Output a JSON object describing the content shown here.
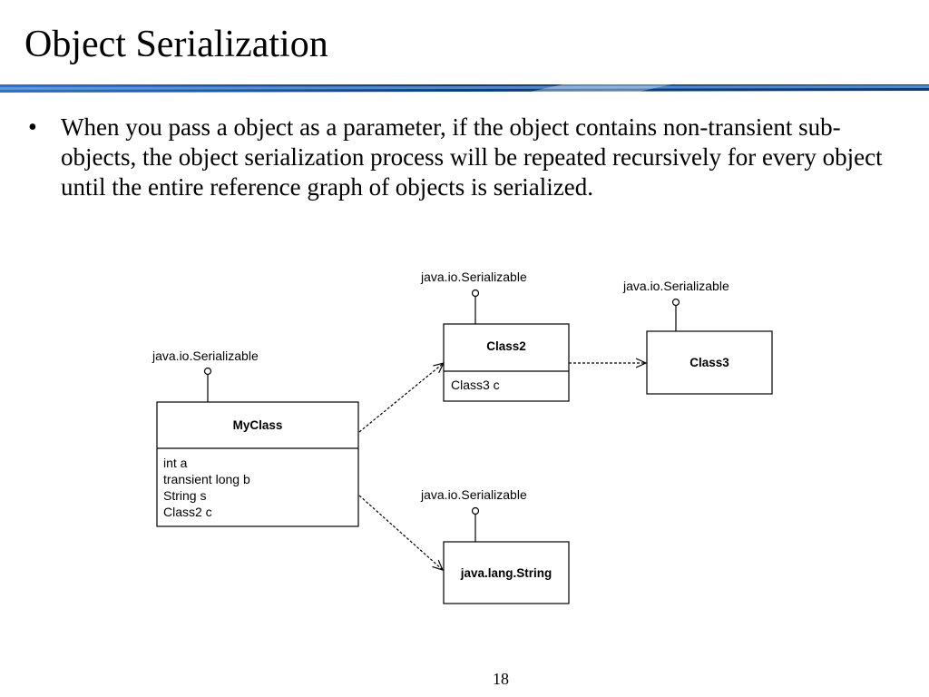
{
  "slide": {
    "title": "Object Serialization",
    "bullet": "When you pass a object as a parameter, if the object contains non-transient sub-objects, the object serialization process will be repeated recursively for every object until the entire reference graph of objects is serialized.",
    "page_number": "18"
  },
  "diagram": {
    "interface_label": "java.io.Serializable",
    "myclass": {
      "name": "MyClass",
      "attributes": [
        "int a",
        "transient long b",
        "String s",
        "Class2 c"
      ]
    },
    "class2": {
      "name": "Class2",
      "attributes": [
        "Class3 c"
      ]
    },
    "class3": {
      "name": "Class3"
    },
    "string_class": {
      "name": "java.lang.String"
    }
  },
  "colors": {
    "title_bar_dark": "#0b3d7a",
    "title_bar_light": "#4a90d9"
  }
}
